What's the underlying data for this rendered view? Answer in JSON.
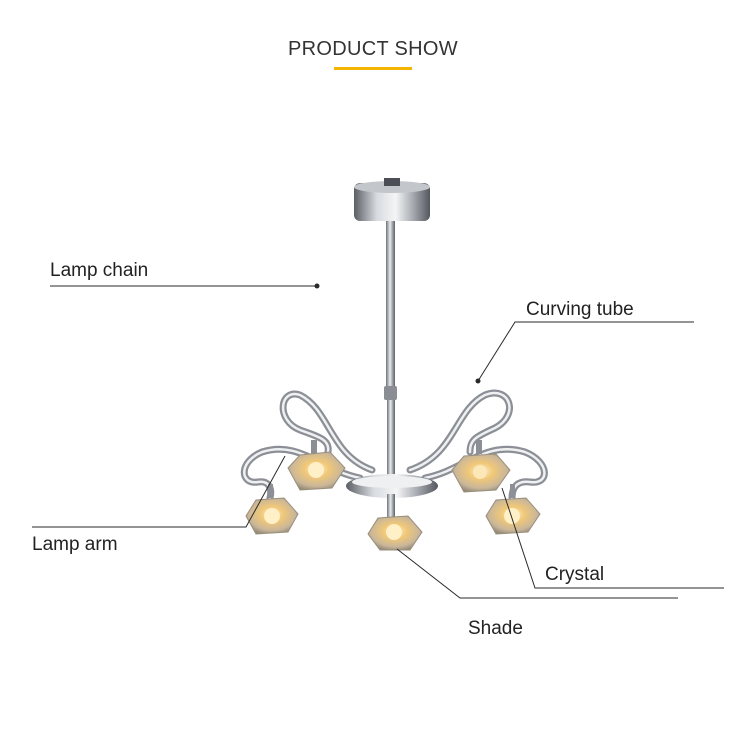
{
  "header": {
    "title": "PRODUCT SHOW",
    "accent_color": "#f5b400"
  },
  "callouts": {
    "lamp_chain": "Lamp chain",
    "curving_tube": "Curving tube",
    "lamp_arm": "Lamp arm",
    "crystal": "Crystal",
    "shade": "Shade"
  },
  "colors": {
    "leader_line": "#2a2a2a",
    "chrome": "#9a9ea4",
    "glass": "#e8d8b8",
    "bulb": "#f3c060"
  }
}
